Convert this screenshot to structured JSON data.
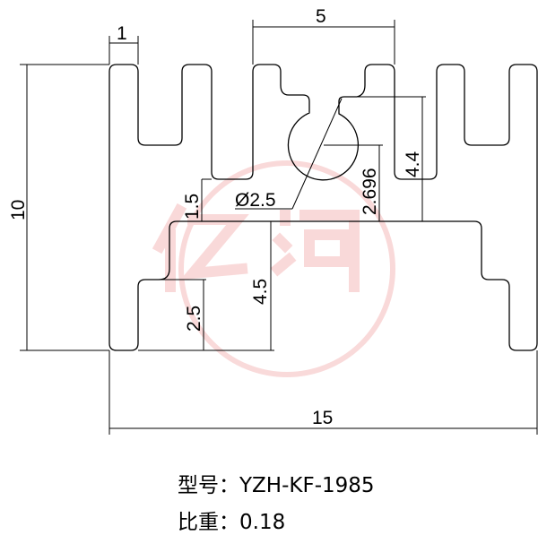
{
  "drawing": {
    "dimensions": {
      "fin_width": "1",
      "fin_spacing": "5",
      "total_height": "10",
      "total_width": "15",
      "base_step": "1.5",
      "hole_diameter": "Ø2.5",
      "hole_offset": "2.696",
      "slot_depth": "4.4",
      "base_height": "4.5",
      "foot_height": "2.5"
    },
    "watermark": {
      "color": "#f2b8b8"
    }
  },
  "info": {
    "model_label": "型号：",
    "model_value": "YZH-KF-1985",
    "weight_label": "比重：",
    "weight_value": "0.18"
  }
}
